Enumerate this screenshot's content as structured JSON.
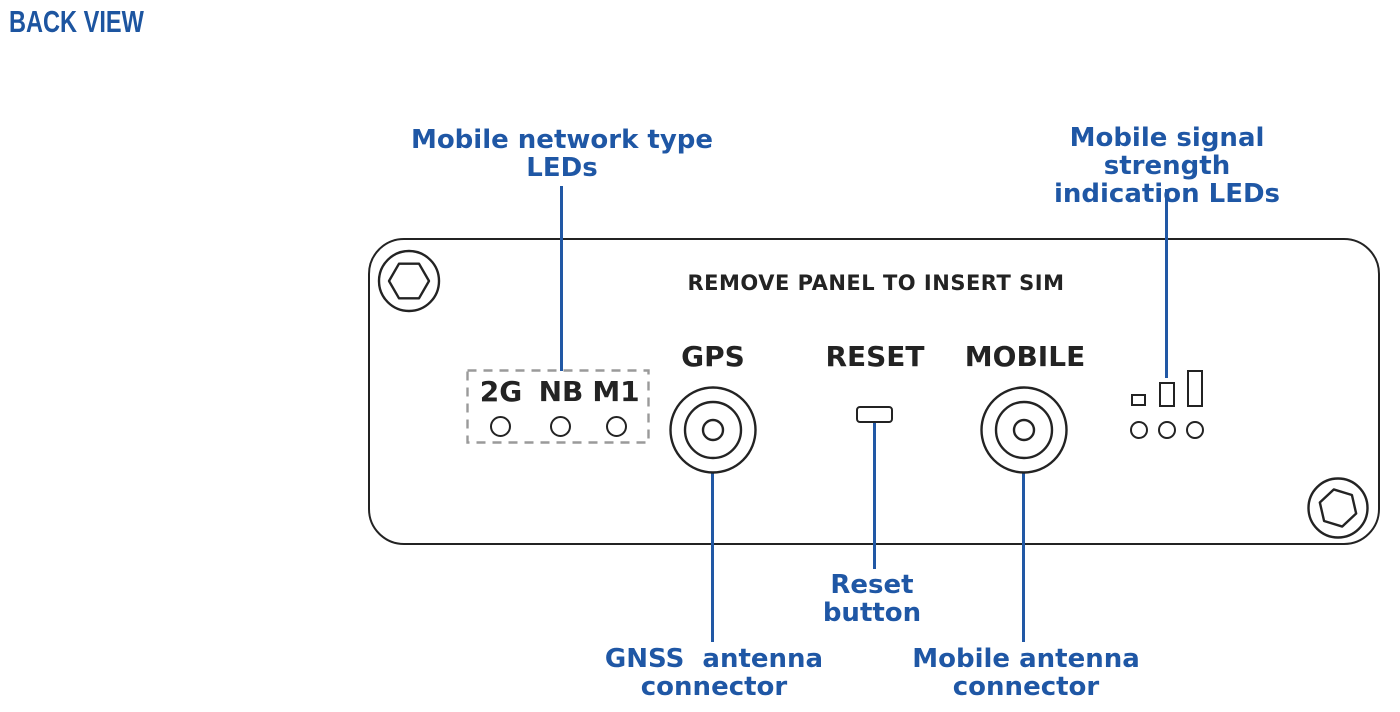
{
  "title": "BACK VIEW",
  "colors": {
    "label_blue": "#1f57a5",
    "line_blue": "#2158a5",
    "title_blue": "#1d55a0",
    "ink": "#232323",
    "dash_gray": "#9a9a9a"
  },
  "callouts": {
    "network_leds": "Mobile network type\nLEDs",
    "signal_leds": "Mobile signal strength\nindication LEDs",
    "reset": "Reset\nbutton",
    "gnss": "GNSS  antenna\nconnector",
    "mobile": "Mobile antenna\nconnector"
  },
  "device": {
    "sim_notice": "REMOVE PANEL TO INSERT SIM",
    "connector_labels": {
      "gps": "GPS",
      "reset": "RESET",
      "mobile": "MOBILE"
    },
    "network_led_labels": [
      "2G",
      "NB",
      "M1"
    ]
  },
  "icons": [
    "hex-screw-icon",
    "coax-connector-icon",
    "led-circle-icon",
    "signal-bars-icon",
    "reset-button-icon"
  ]
}
